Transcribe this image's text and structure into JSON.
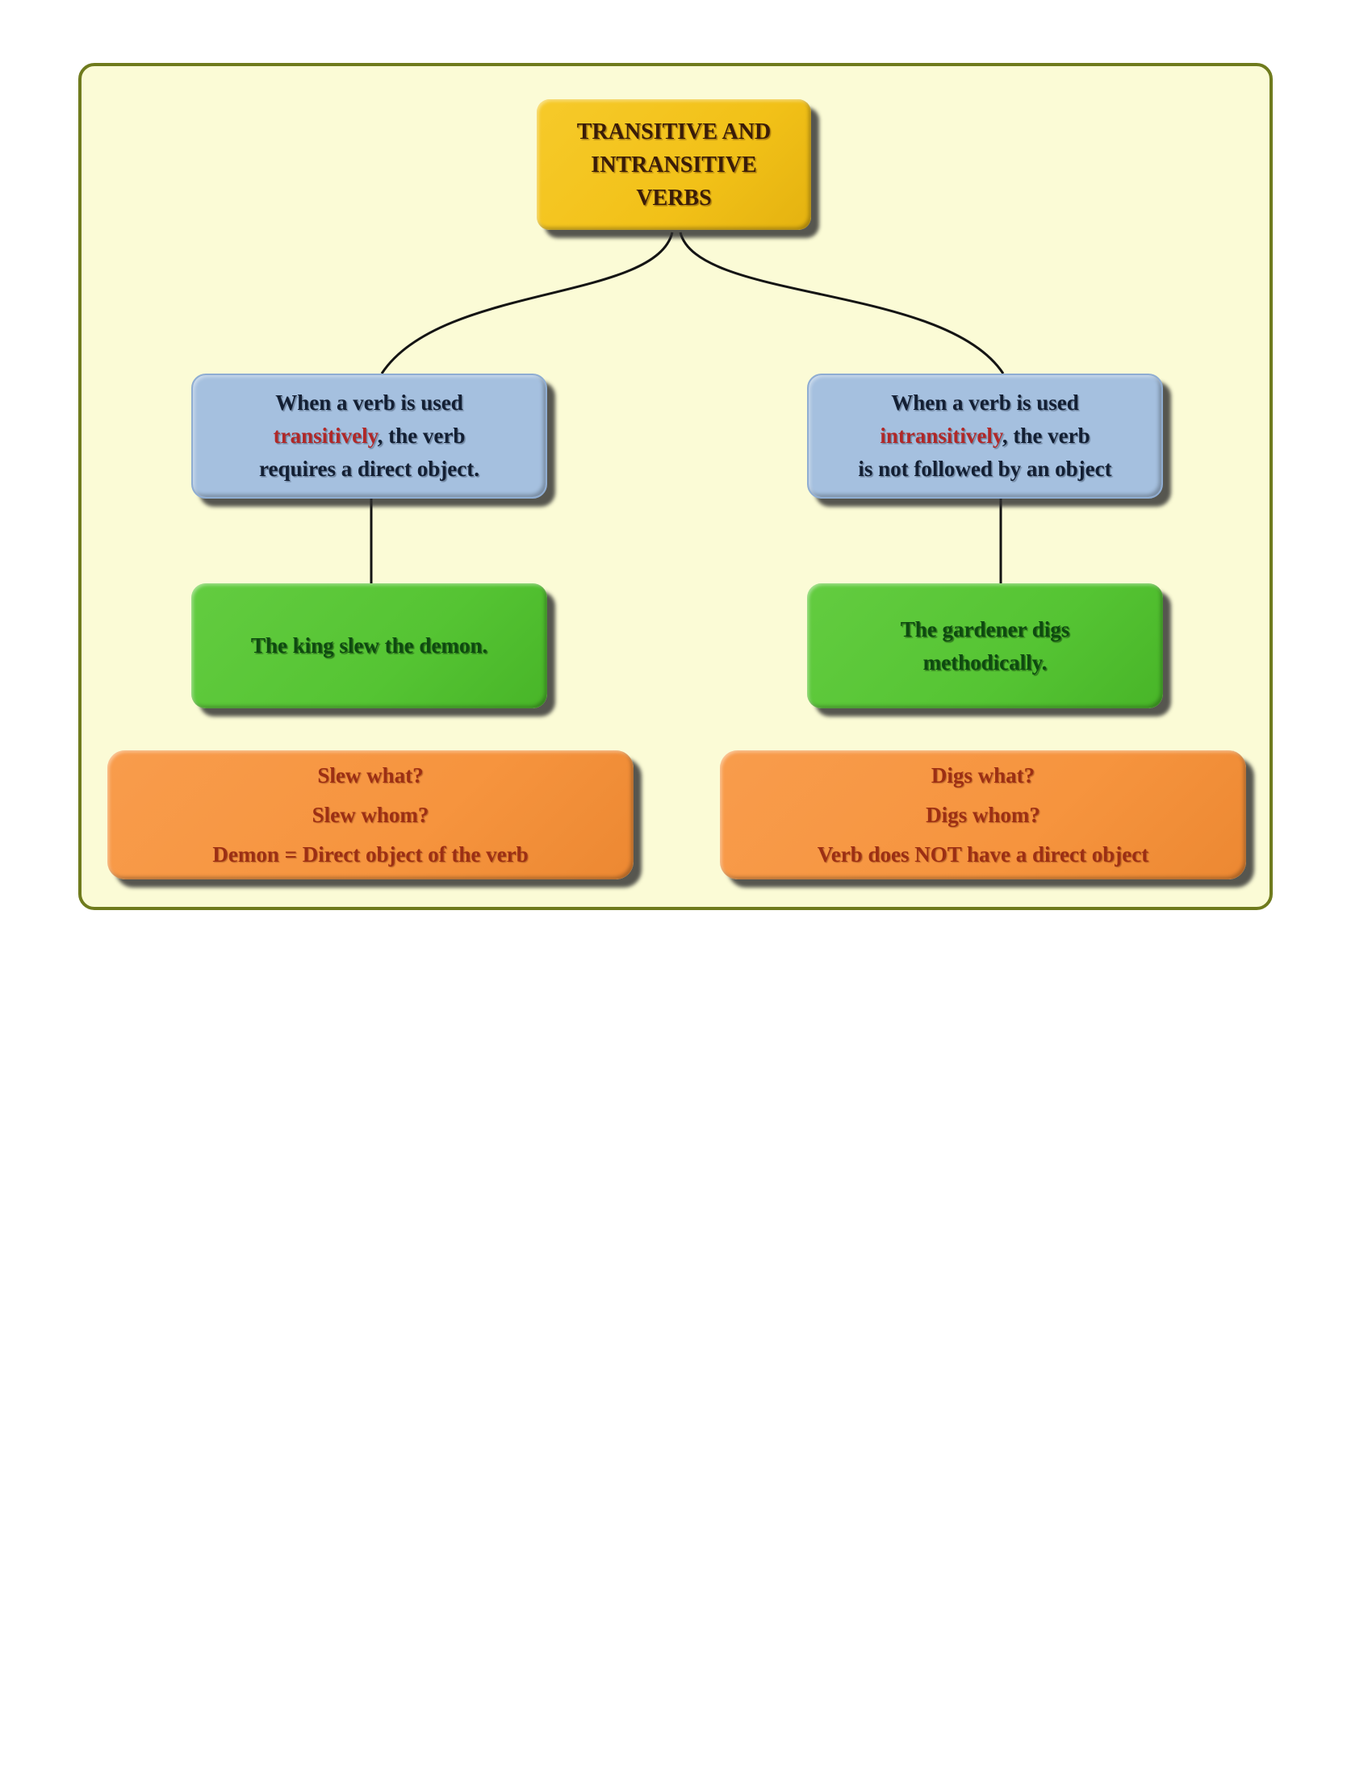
{
  "diagram": {
    "title": {
      "line1": "TRANSITIVE AND",
      "line2": "INTRANSITIVE",
      "line3": "VERBS"
    },
    "left": {
      "definition": {
        "line1": "When a verb is used",
        "highlight": "transitively",
        "line2_rest": ", the verb",
        "line3": "requires a direct object."
      },
      "example": {
        "line1": "The king slew the demon."
      },
      "analysis": {
        "line1": "Slew what?",
        "line2": "Slew whom?",
        "line3": "Demon = Direct object of the verb"
      }
    },
    "right": {
      "definition": {
        "line1": "When a verb is used",
        "highlight": "intransitively",
        "line2_rest": ", the verb",
        "line3": "is not followed by an object"
      },
      "example": {
        "line1": "The gardener digs",
        "line2": "methodically."
      },
      "analysis": {
        "line1": "Digs what?",
        "line2": "Digs whom?",
        "line3": "Verb does NOT have a direct object"
      }
    },
    "colors": {
      "page_bg": "#ffffff",
      "panel_bg": "#fbfbd6",
      "panel_border": "#6f7b1d",
      "title_box_bg": "#f2c118",
      "title_text": "#3a1c08",
      "definition_box_bg": "#a5c0df",
      "definition_text": "#131f33",
      "highlight_text": "#b02828",
      "example_box_bg": "#55c433",
      "example_text": "#0e4a10",
      "analysis_box_bg": "#f6943e",
      "analysis_text": "#9c2f14",
      "connector_line": "#141414",
      "box_shadow": "#2d2d2d"
    }
  }
}
